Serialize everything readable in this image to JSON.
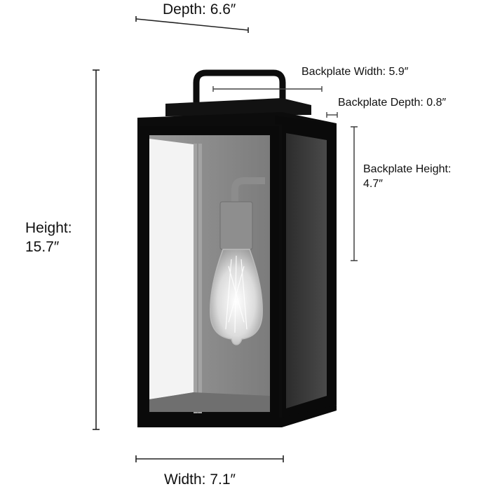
{
  "diagram": {
    "subject": "Outdoor wall lantern",
    "colors": {
      "frame": "#0c0c0c",
      "glass_left": "#f2f2f2",
      "glass_back": "#8a8a8a",
      "glass_side": "#3e3e3e",
      "dimension_line": "#222222",
      "background": "#ffffff"
    },
    "dimensions": {
      "depth": {
        "label": "Depth: 6.6″",
        "value": 6.6,
        "unit": "in"
      },
      "height": {
        "label_line1": "Height:",
        "label_line2": "15.7″",
        "value": 15.7,
        "unit": "in"
      },
      "width": {
        "label": "Width: 7.1″",
        "value": 7.1,
        "unit": "in"
      },
      "backplate_width": {
        "label": "Backplate Width: 5.9″",
        "value": 5.9,
        "unit": "in"
      },
      "backplate_depth": {
        "label": "Backplate Depth: 0.8″",
        "value": 0.8,
        "unit": "in"
      },
      "backplate_height": {
        "label_line1": "Backplate Height:",
        "label_line2": "4.7″",
        "value": 4.7,
        "unit": "in"
      }
    }
  }
}
